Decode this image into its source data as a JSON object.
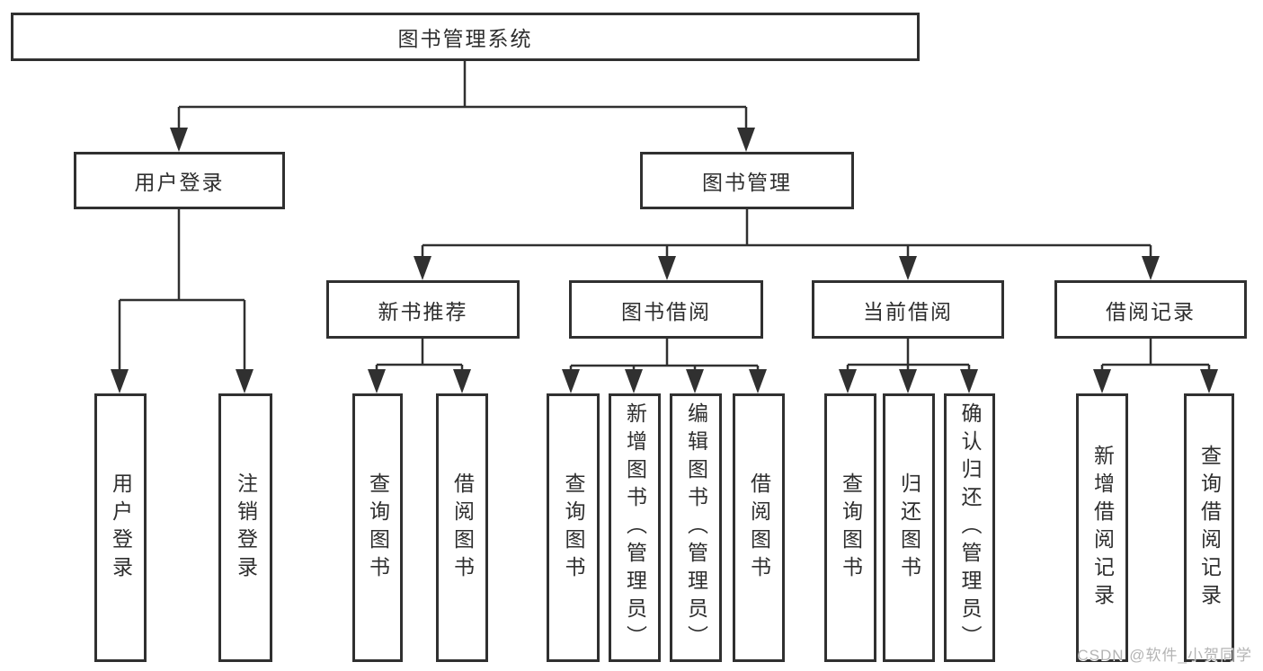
{
  "diagram": {
    "title_note": "functional structure tree",
    "root": "图书管理系统",
    "branches": [
      {
        "label": "用户登录",
        "children": [
          "用户登录",
          "注销登录"
        ]
      },
      {
        "label": "图书管理",
        "sections": [
          {
            "label": "新书推荐",
            "children": [
              "查询图书",
              "借阅图书"
            ]
          },
          {
            "label": "图书借阅",
            "children": [
              "查询图书",
              "新增图书（管理员）",
              "编辑图书（管理员）",
              "借阅图书"
            ]
          },
          {
            "label": "当前借阅",
            "children": [
              "查询图书",
              "归还图书",
              "确认归还（管理员）"
            ]
          },
          {
            "label": "借阅记录",
            "children": [
              "新增借阅记录",
              "查询借阅记录"
            ]
          }
        ]
      }
    ]
  },
  "watermark": {
    "text": "CSDN @软件_小贺同学"
  },
  "colors": {
    "line": "#303030",
    "box_border": "#303030",
    "text": "#2e2e2e",
    "watermark": "#b4b4b4",
    "background": "#ffffff"
  }
}
